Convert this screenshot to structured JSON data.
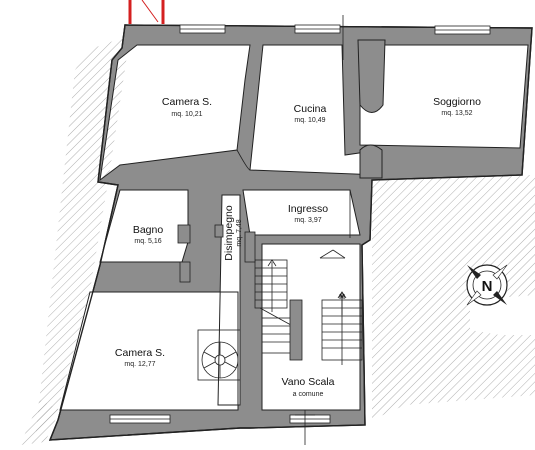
{
  "rooms": [
    {
      "id": "camera-1",
      "name": "Camera S.",
      "area": "mq. 10,21"
    },
    {
      "id": "cucina",
      "name": "Cucina",
      "area": "mq. 10,49"
    },
    {
      "id": "soggiorno",
      "name": "Soggiorno",
      "area": "mq. 13,52"
    },
    {
      "id": "ingresso",
      "name": "Ingresso",
      "area": "mq. 3,97"
    },
    {
      "id": "bagno",
      "name": "Bagno",
      "area": "mq. 5,16"
    },
    {
      "id": "disimpegno",
      "name": "Disimpegno",
      "area": "mq. 7,48"
    },
    {
      "id": "camera-2",
      "name": "Camera S.",
      "area": "mq. 12,77"
    },
    {
      "id": "vano-scala",
      "name": "Vano Scala",
      "note": "a comune"
    }
  ],
  "compass": {
    "label": "N",
    "icon": "north-compass-icon"
  },
  "stairs": {
    "marker": "M",
    "icon": "stair-up-arrow-icon"
  },
  "colors": {
    "wall": "#8d8d8d",
    "wall_outline": "#222222",
    "hatch": "#9a9a9a",
    "accent": "#d42020"
  }
}
